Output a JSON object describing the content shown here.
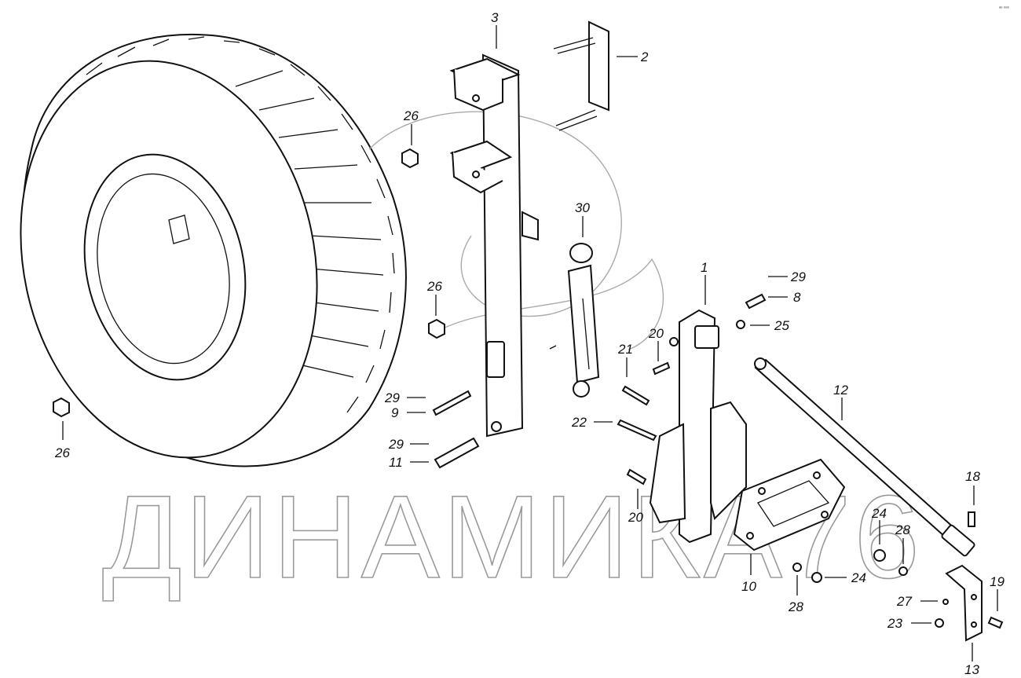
{
  "watermark": "ДИНАМИКА76",
  "corner_mark": "ᵃᵉ ᵉᵉᵉ",
  "callouts": {
    "c1": "1",
    "c2": "2",
    "c3": "3",
    "c8": "8",
    "c9": "9",
    "c10": "10",
    "c11": "11",
    "c12": "12",
    "c13": "13",
    "c18": "18",
    "c19": "19",
    "c20a": "20",
    "c20b": "20",
    "c21": "21",
    "c22": "22",
    "c23": "23",
    "c24a": "24",
    "c24b": "24",
    "c25": "25",
    "c26a": "26",
    "c26b": "26",
    "c26c": "26",
    "c27": "27",
    "c28a": "28",
    "c28b": "28",
    "c29a": "29",
    "c29b": "29",
    "c29c": "29",
    "c30": "30"
  }
}
